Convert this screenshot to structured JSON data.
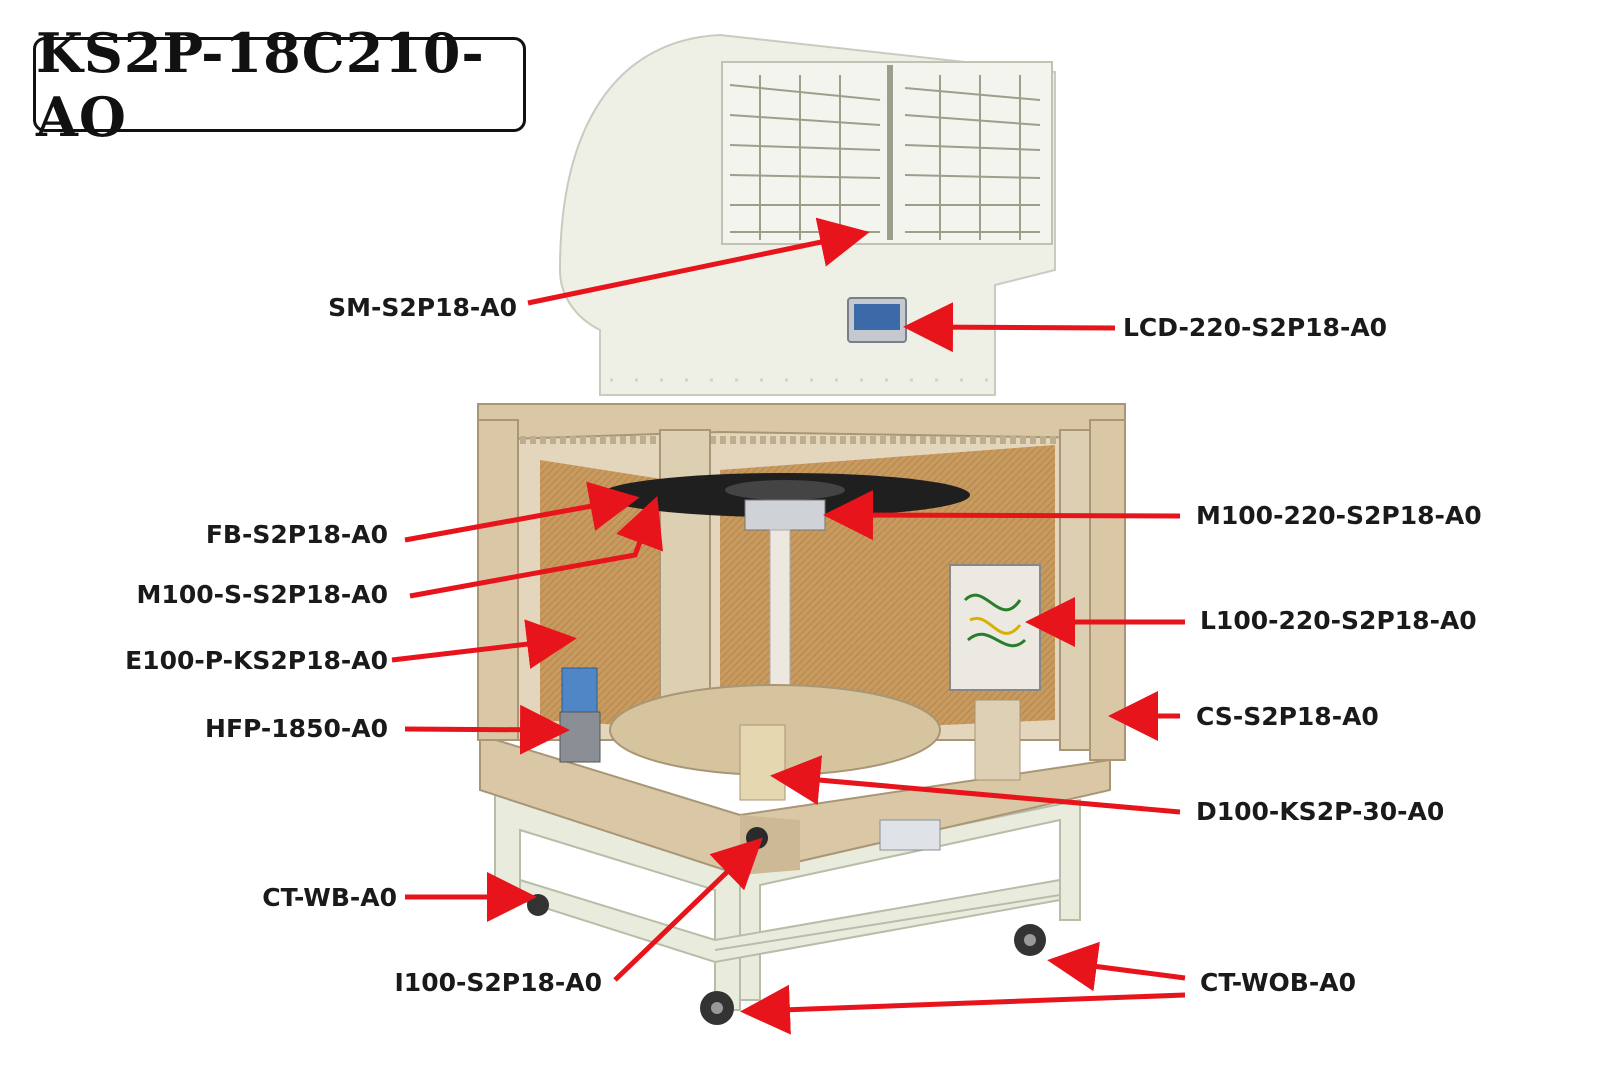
{
  "title": "KS2P-18C210-AO",
  "colors": {
    "arrow": "#e8141b",
    "housing_white": "#eef0e6",
    "body_beige": "#d9c7a6",
    "pad_tan": "#c89a5e",
    "frame": "#e9ecdd"
  },
  "labels": {
    "sm": "SM-S2P18-A0",
    "lcd": "LCD-220-S2P18-A0",
    "fb": "FB-S2P18-A0",
    "m100s": "M100-S-S2P18-A0",
    "e100": "E100-P-KS2P18-A0",
    "hfp": "HFP-1850-A0",
    "m100_220": "M100-220-S2P18-A0",
    "l100": "L100-220-S2P18-A0",
    "cs": "CS-S2P18-A0",
    "d100": "D100-KS2P-30-A0",
    "ctwb": "CT-WB-A0",
    "i100": "I100-S2P18-A0",
    "ctwob": "CT-WOB-A0"
  },
  "icons": {
    "pump": "pump-motor-icon",
    "fan": "fan-blade-icon",
    "wheel": "caster-wheel-icon",
    "lcd": "lcd-panel-icon"
  }
}
